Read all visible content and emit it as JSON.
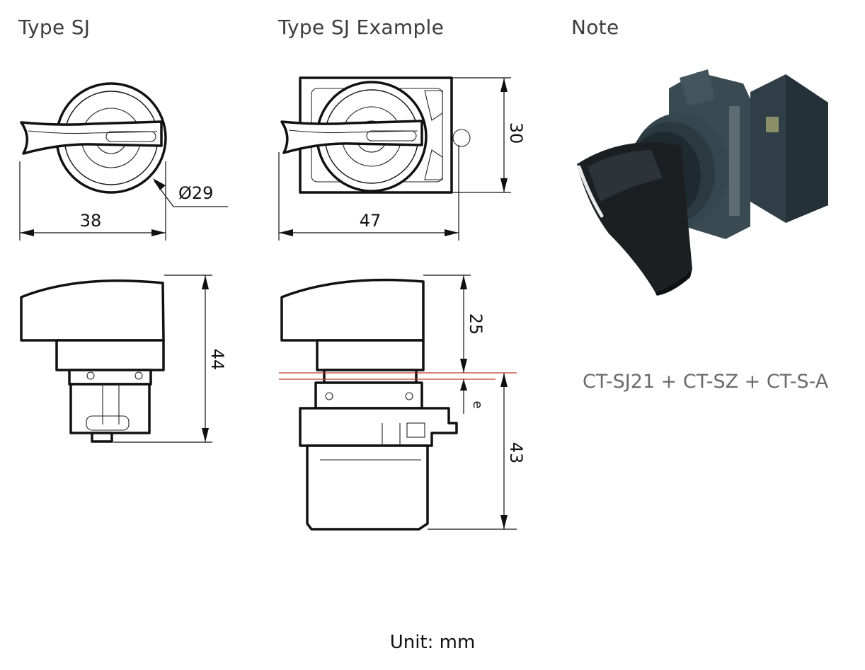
{
  "headings": {
    "type": "Type SJ",
    "example": "Type SJ Example",
    "note": "Note"
  },
  "dimensions": {
    "top_width": "38",
    "diameter": "Ø29",
    "side_height": "44",
    "example_height": "30",
    "example_width": "47",
    "operator_height": "25",
    "gap": "e",
    "block_height": "43"
  },
  "note": {
    "part_numbers": "CT-SJ21 + CT-SZ + CT-S-A"
  },
  "footer": {
    "unit": "Unit: mm"
  },
  "colors": {
    "ink": "#111111",
    "reference_line": "#c0392b",
    "product_body": "#2f3e47",
    "product_handle": "#1c1f22"
  },
  "icons": {
    "product_photo": "rotary-selector-switch-icon"
  }
}
